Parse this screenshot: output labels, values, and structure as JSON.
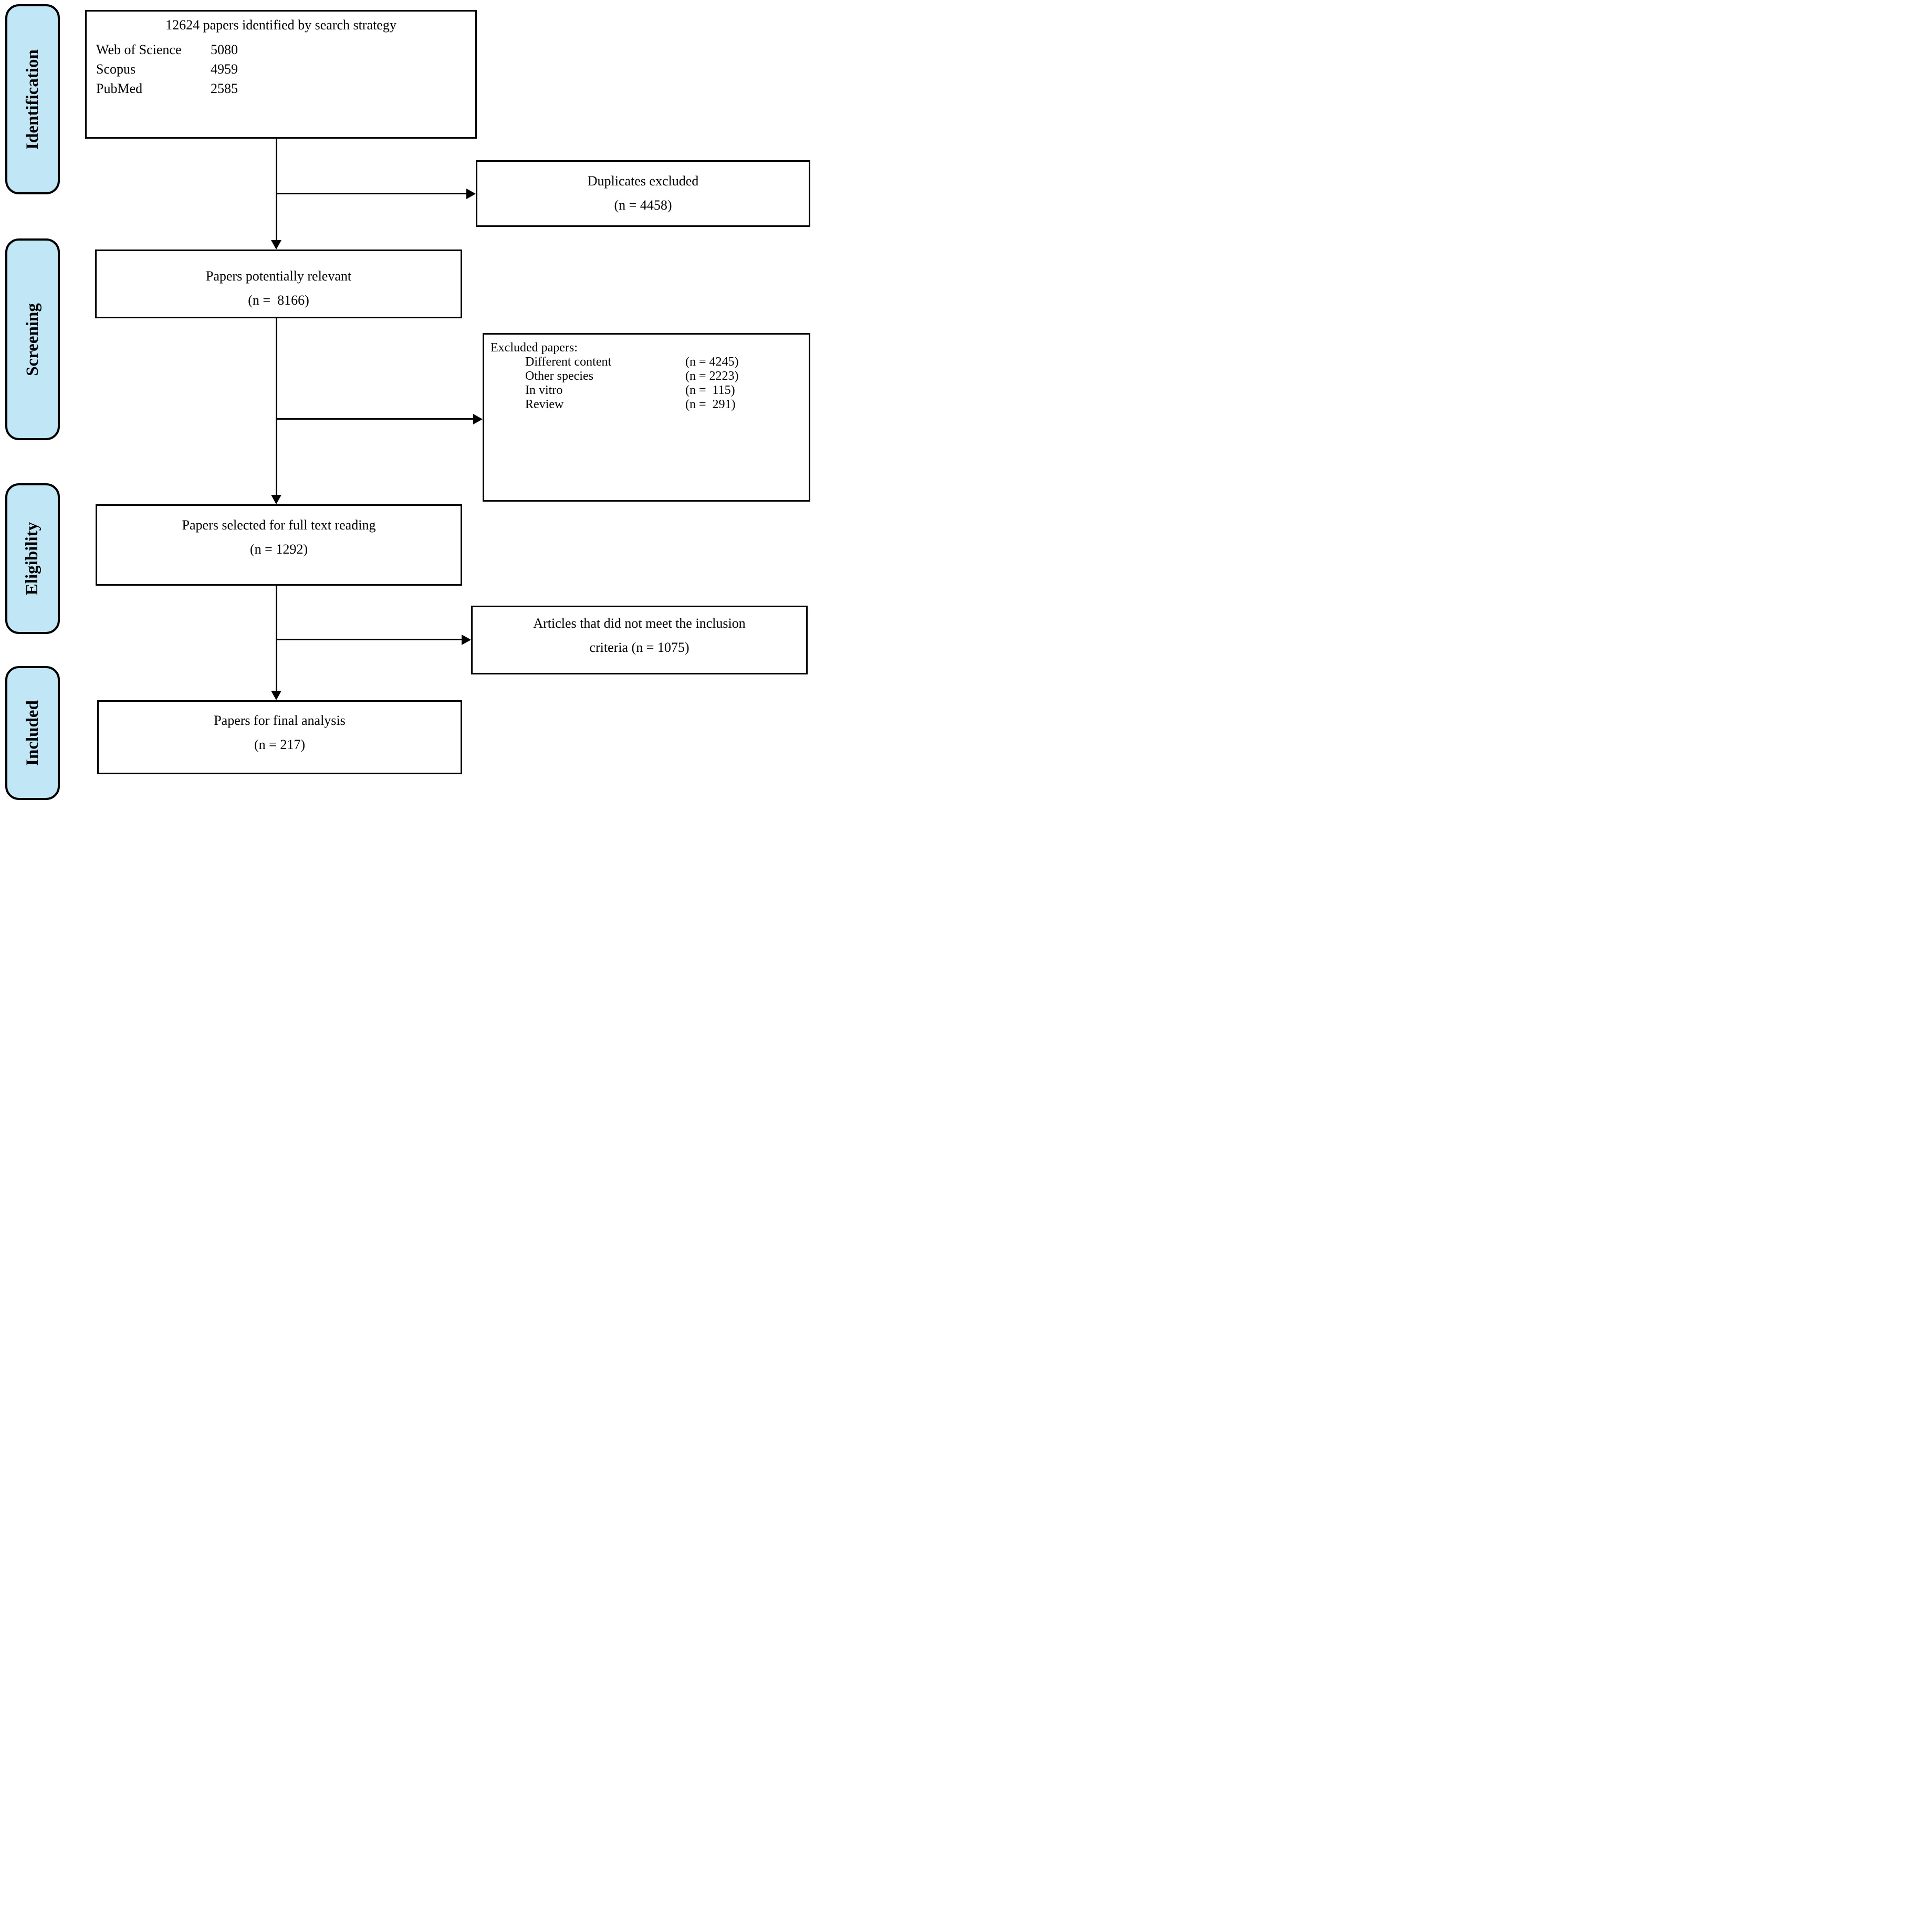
{
  "stages": [
    {
      "label": "Identification"
    },
    {
      "label": "Screening"
    },
    {
      "label": "Eligibility"
    },
    {
      "label": "Included"
    }
  ],
  "boxes": {
    "identified": {
      "title": "12624 papers identified by search strategy",
      "sources": [
        {
          "name": "Web of Science",
          "count": "5080"
        },
        {
          "name": "Scopus",
          "count": "4959"
        },
        {
          "name": "PubMed",
          "count": "2585"
        }
      ]
    },
    "duplicates": {
      "line1": "Duplicates excluded",
      "line2": "(n = 4458)"
    },
    "relevant": {
      "line1": "Papers potentially relevant",
      "line2": "(n =  8166)"
    },
    "excluded": {
      "title": "Excluded papers:",
      "items": [
        {
          "reason": "Different content",
          "count": "(n = 4245)"
        },
        {
          "reason": "Other species",
          "count": "(n = 2223)"
        },
        {
          "reason": "In vitro",
          "count": "(n =  115)"
        },
        {
          "reason": "Review",
          "count": "(n =  291)"
        }
      ]
    },
    "fulltext": {
      "line1": "Papers selected for full text reading",
      "line2": "(n = 1292)"
    },
    "notmet": {
      "line1": "Articles that did not meet the inclusion",
      "line2": "criteria (n = 1075)"
    },
    "final": {
      "line1": "Papers for final analysis",
      "line2": "(n = 217)"
    }
  },
  "colors": {
    "stage_fill": "#C1E7F7",
    "stage_border": "#000000",
    "box_border": "#000000"
  }
}
